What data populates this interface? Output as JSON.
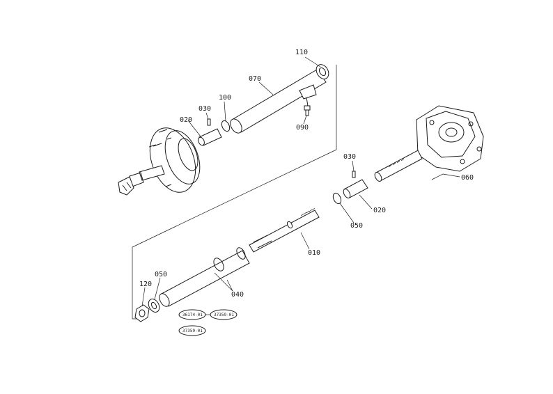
{
  "diagram": {
    "callouts": {
      "c010": "010",
      "c020_upper": "020",
      "c020_lower": "020",
      "c030_upper": "030",
      "c030_lower": "030",
      "c040": "040",
      "c050": "050",
      "c060": "060",
      "c070": "070",
      "c090": "090",
      "c100": "100",
      "c110": "110",
      "c120": "120",
      "c050_left": "050"
    },
    "serial_tags": {
      "tag1": "36174-01",
      "tag2": "37359-01",
      "tag3": "37359-01"
    },
    "line_color": "#1a1a1a",
    "background": "#ffffff"
  }
}
